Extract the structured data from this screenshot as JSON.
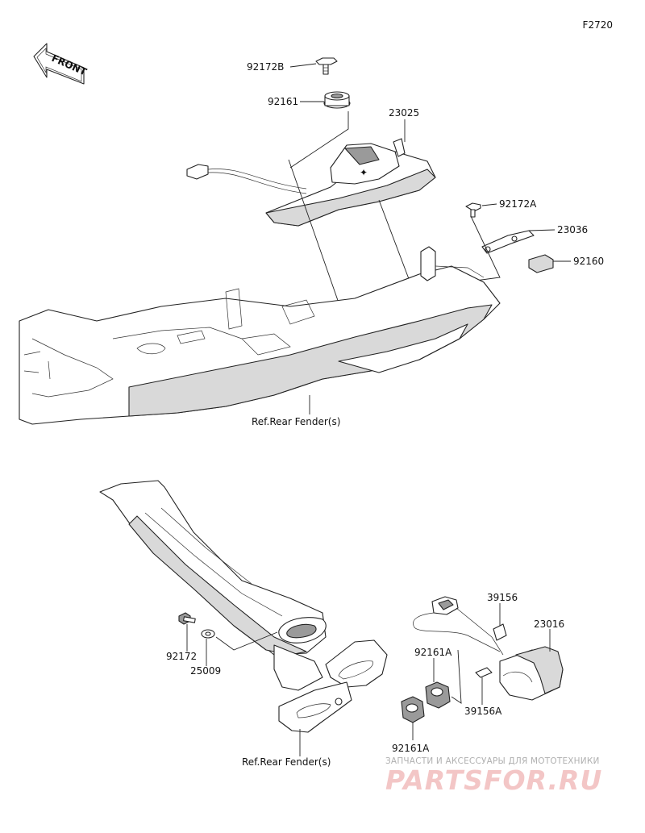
{
  "figure": {
    "code": "F2720"
  },
  "front_marker": {
    "text": "FRONT"
  },
  "callouts": {
    "p92172B": "92172B",
    "p92161": "92161",
    "p23025": "23025",
    "p92172A": "92172A",
    "p23036": "23036",
    "p92160": "92160",
    "ref_top": "Ref.Rear Fender(s)",
    "p39156": "39156",
    "p23016": "23016",
    "p92172": "92172",
    "p25009": "25009",
    "p92161A_upper": "92161A",
    "p39156A": "39156A",
    "p92161A_lower": "92161A",
    "ref_bottom": "Ref.Rear Fender(s)"
  },
  "watermark": {
    "tagline": "ЗАПЧАСТИ И АКСЕССУАРЫ ДЛЯ МОТОТЕХНИКИ",
    "logo": "PARTSFOR.RU"
  }
}
